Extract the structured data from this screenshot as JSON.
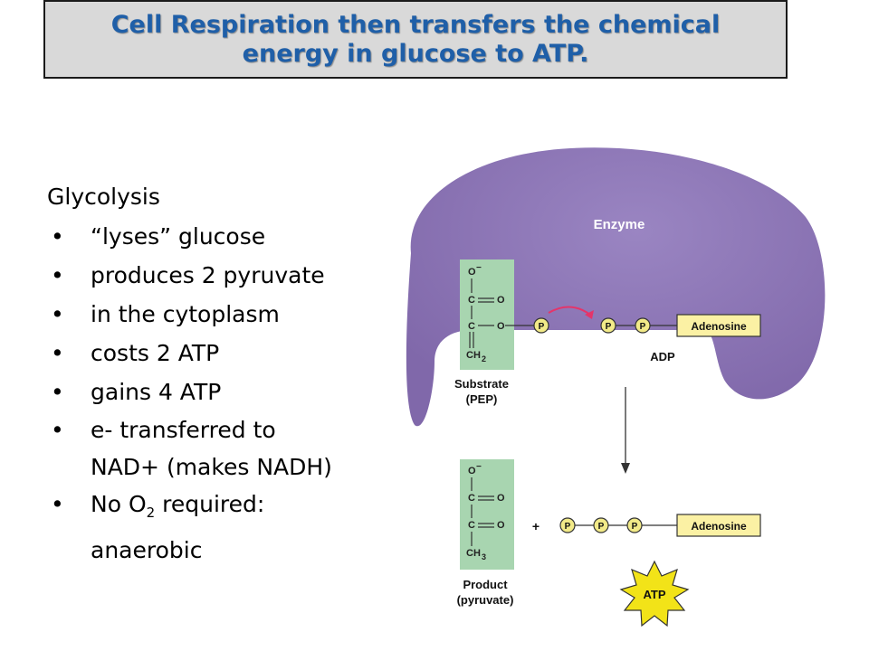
{
  "title": {
    "line1": "Cell Respiration then transfers the chemical",
    "line2": "energy in glucose to ATP."
  },
  "notes": {
    "heading": "Glycolysis",
    "bullet_symbol": "•",
    "items": [
      "“lyses” glucose",
      "produces 2 pyruvate",
      "in the cytoplasm",
      "costs 2 ATP",
      "gains 4 ATP",
      "e- transferred to",
      "NAD+ (makes NADH)",
      "No O",
      "2",
      "required:",
      "anaerobic"
    ]
  },
  "diagram": {
    "enzyme_label": "Enzyme",
    "substrate": {
      "formula": [
        "O",
        "−",
        "C",
        "O",
        "C",
        "O",
        "CH",
        "2"
      ],
      "label_line1": "Substrate",
      "label_line2": "(PEP)"
    },
    "product": {
      "formula": [
        "O",
        "−",
        "C",
        "O",
        "C",
        "O",
        "CH",
        "3"
      ],
      "label_line1": "Product",
      "label_line2": "(pyruvate)"
    },
    "phosphate": "P",
    "adenosine": "Adenosine",
    "adp_label": "ADP",
    "plus": "+",
    "atp_label": "ATP",
    "colors": {
      "enzyme": "#8068aa",
      "molecule_box": "#a8d5b0",
      "phosphate": "#f2ea88",
      "adenosine": "#fbf1a4",
      "arrow_red": "#e4356a",
      "atp_burst": "#f2e318",
      "title_blue": "#1f5fa8"
    }
  }
}
